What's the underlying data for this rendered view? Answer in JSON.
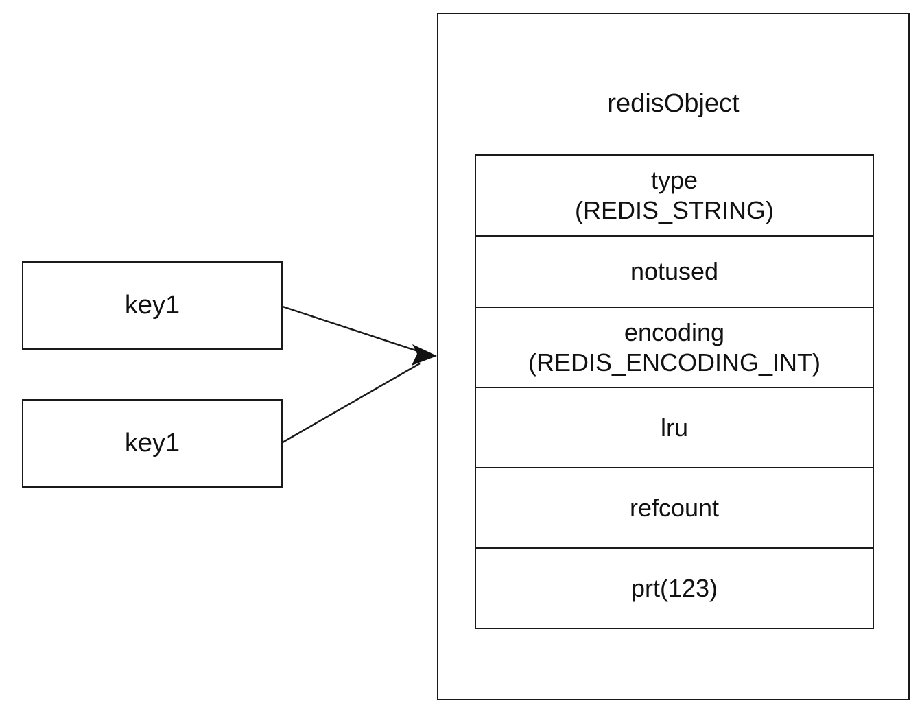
{
  "keys": [
    {
      "label": "key1"
    },
    {
      "label": "key1"
    }
  ],
  "object": {
    "title": "redisObject",
    "fields": [
      {
        "name": "type",
        "detail": "(REDIS_STRING)"
      },
      {
        "name": "notused",
        "detail": ""
      },
      {
        "name": "encoding",
        "detail": "(REDIS_ENCODING_INT)"
      },
      {
        "name": "lru",
        "detail": ""
      },
      {
        "name": "refcount",
        "detail": ""
      },
      {
        "name": "prt(123)",
        "detail": ""
      }
    ]
  },
  "colors": {
    "line": "#1a1a1a",
    "background": "#ffffff"
  }
}
